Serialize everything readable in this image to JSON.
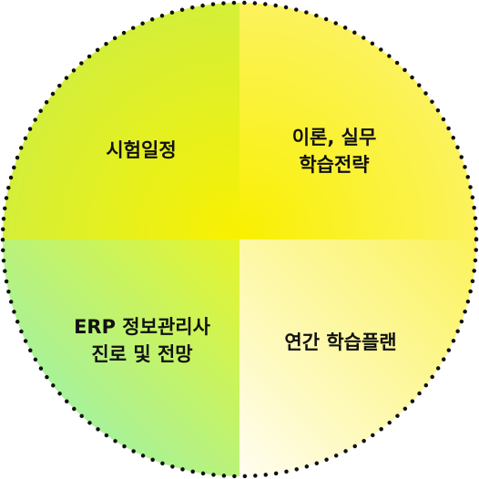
{
  "quadrants": {
    "top_left": {
      "lines": [
        "시험일정"
      ]
    },
    "top_right": {
      "lines": [
        "이론, 실무",
        "학습전략"
      ]
    },
    "bottom_left": {
      "lines": [
        "ERP 정보관리사",
        "진로 및 전망"
      ]
    },
    "bottom_right": {
      "lines": [
        "연간 학습플랜"
      ]
    }
  },
  "colors": {
    "yellow": "#f9f000",
    "lime": "#d8f23a",
    "mint": "#8ef0c8",
    "cream": "#fffbe0",
    "border_dots": "#111111"
  }
}
